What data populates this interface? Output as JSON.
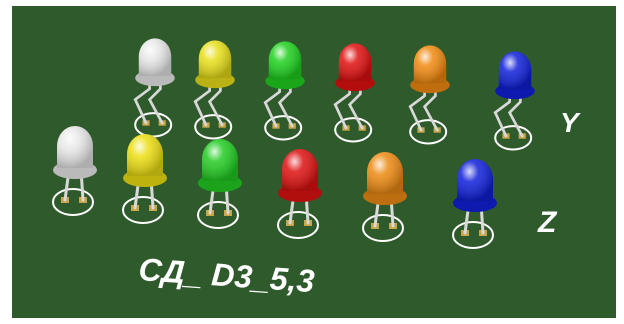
{
  "board": {
    "background": "#2f5a2c",
    "silkscreen_color": "#ffffff",
    "pad_color": "#c9a64a"
  },
  "labels": {
    "title": "СД_ D3_5,3",
    "row_top": "Y",
    "row_bottom": "Z"
  },
  "leds": {
    "row_y": [
      {
        "color_name": "white",
        "color": "#e8e8e8"
      },
      {
        "color_name": "yellow",
        "color": "#e8df1a"
      },
      {
        "color_name": "green",
        "color": "#1fd11f"
      },
      {
        "color_name": "red",
        "color": "#e01010"
      },
      {
        "color_name": "orange",
        "color": "#f08a10"
      },
      {
        "color_name": "blue",
        "color": "#1020d8"
      }
    ],
    "row_z": [
      {
        "color_name": "white",
        "color": "#e8e8e8"
      },
      {
        "color_name": "yellow",
        "color": "#ecde12"
      },
      {
        "color_name": "green",
        "color": "#22cc22"
      },
      {
        "color_name": "red",
        "color": "#dd1111"
      },
      {
        "color_name": "orange",
        "color": "#ec8a12"
      },
      {
        "color_name": "blue",
        "color": "#1020d8"
      }
    ]
  }
}
